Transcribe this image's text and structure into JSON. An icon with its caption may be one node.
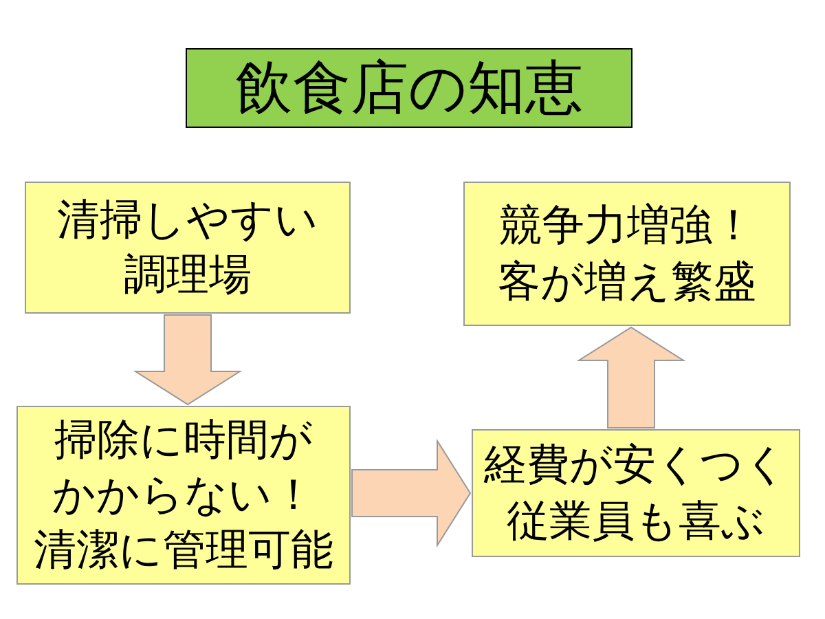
{
  "diagram": {
    "nodes": [
      {
        "text": [
          "飲食店の知恵"
        ]
      },
      {
        "text": [
          "清掃しやすい調理場"
        ]
      },
      {
        "text": [
          "掃除に時間がかからない！清潔に管理可能"
        ]
      },
      {
        "text": [
          "経費が安くつく従業員も喜ぶ"
        ]
      },
      {
        "text": [
          "競争力増強！客が増え繁盛"
        ]
      }
    ],
    "edges": [
      {
        "from": 1,
        "to": 2,
        "arrow": "to"
      },
      {
        "from": 2,
        "to": 3,
        "arrow": "to"
      },
      {
        "from": 3,
        "to": 4,
        "arrow": "to"
      }
    ]
  }
}
